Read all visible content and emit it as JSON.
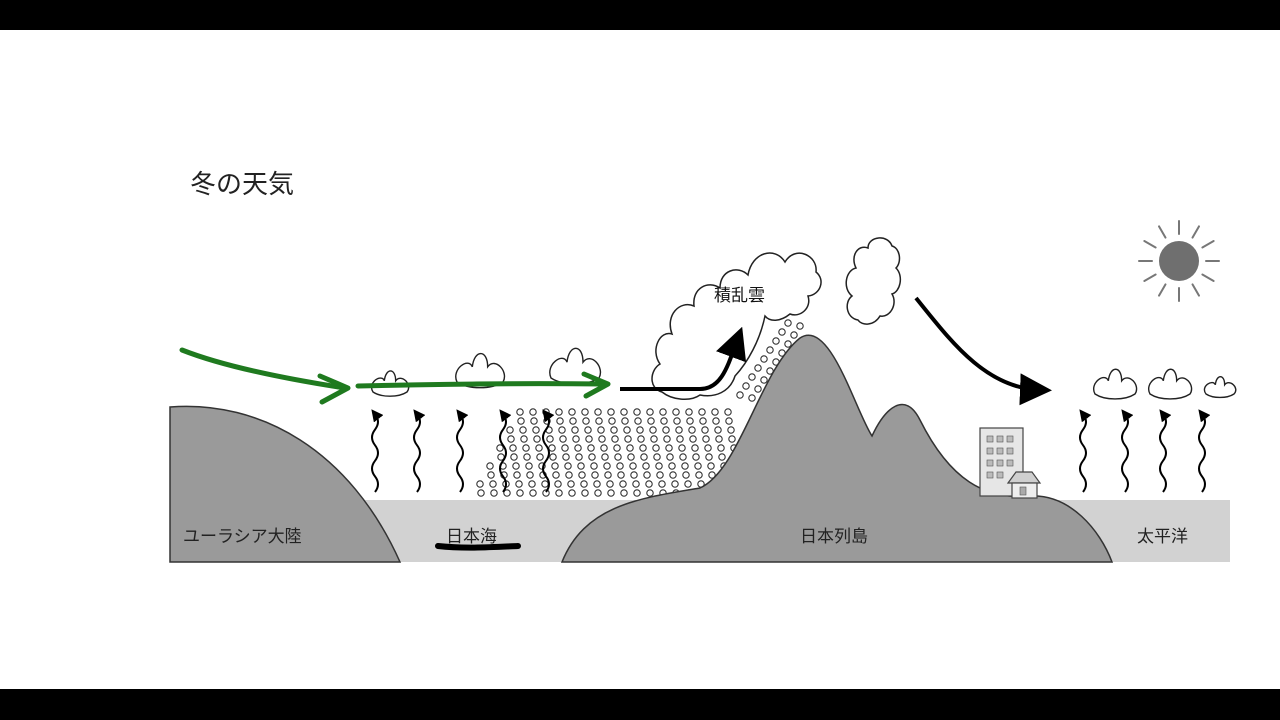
{
  "title": "冬の天気",
  "labels": {
    "continent": "ユーラシア大陸",
    "sea": "日本海",
    "islands": "日本列島",
    "ocean": "太平洋",
    "cloud": "積乱雲"
  },
  "colors": {
    "ground": "#9a9a9a",
    "sea": "#d2d2d2",
    "green_arrow": "#1f7a1f",
    "sun": "#6f6f6f"
  }
}
